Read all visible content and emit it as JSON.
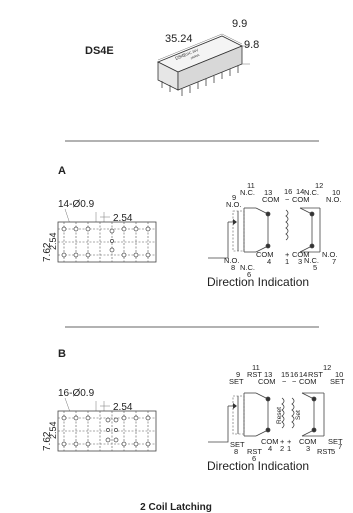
{
  "product": {
    "model": "DS4E",
    "package_length": "35.24",
    "package_width": "9.9",
    "package_height": "9.8",
    "body_print": [
      "DS4E",
      "DC 24V",
      "JAPAN"
    ]
  },
  "section_a": {
    "label": "A",
    "hole_spec": "14-Ø0.9",
    "pitch": "2.54",
    "row_spacing": "7.62",
    "row_offset": "2.54",
    "pins_top": [
      {
        "num": "9",
        "name": "N.O."
      },
      {
        "num": "11",
        "name": "N.C."
      },
      {
        "num": "13",
        "name": "COM"
      },
      {
        "num": "16",
        "name": "−"
      },
      {
        "num": "14",
        "name": "COM"
      },
      {
        "num": "12",
        "name": "N.C."
      },
      {
        "num": "10",
        "name": "N.O."
      }
    ],
    "pins_bottom": [
      {
        "num": "8",
        "name": "N.O."
      },
      {
        "num": "6",
        "name": "N.C."
      },
      {
        "num": "4",
        "name": "COM"
      },
      {
        "num": "1",
        "name": "+"
      },
      {
        "num": "3",
        "name": "COM"
      },
      {
        "num": "5",
        "name": "N.C."
      },
      {
        "num": "7",
        "name": "N.O."
      }
    ],
    "direction_label": "Direction Indication"
  },
  "section_b": {
    "label": "B",
    "hole_spec": "16-Ø0.9",
    "pitch": "2.54",
    "row_spacing": "7.62",
    "row_offset": "2.54",
    "pins_top": [
      {
        "num": "9",
        "name": "SET"
      },
      {
        "num": "11",
        "name": "RST"
      },
      {
        "num": "13",
        "name": "COM"
      },
      {
        "num": "15",
        "name": "−"
      },
      {
        "num": "16",
        "name": "−"
      },
      {
        "num": "14",
        "name": "COM"
      },
      {
        "num": "12",
        "name": "RST"
      },
      {
        "num": "10",
        "name": "SET"
      }
    ],
    "pins_bottom": [
      {
        "num": "8",
        "name": "SET"
      },
      {
        "num": "6",
        "name": "RST"
      },
      {
        "num": "4",
        "name": "COM"
      },
      {
        "num": "2",
        "name": "+"
      },
      {
        "num": "1",
        "name": "+"
      },
      {
        "num": "3",
        "name": "COM"
      },
      {
        "num": "5",
        "name": "RST"
      },
      {
        "num": "7",
        "name": "SET"
      }
    ],
    "coil_labels": [
      "Reset",
      "Set"
    ],
    "direction_label": "Direction Indication"
  },
  "footer": {
    "caption": "2 Coil Latching"
  }
}
